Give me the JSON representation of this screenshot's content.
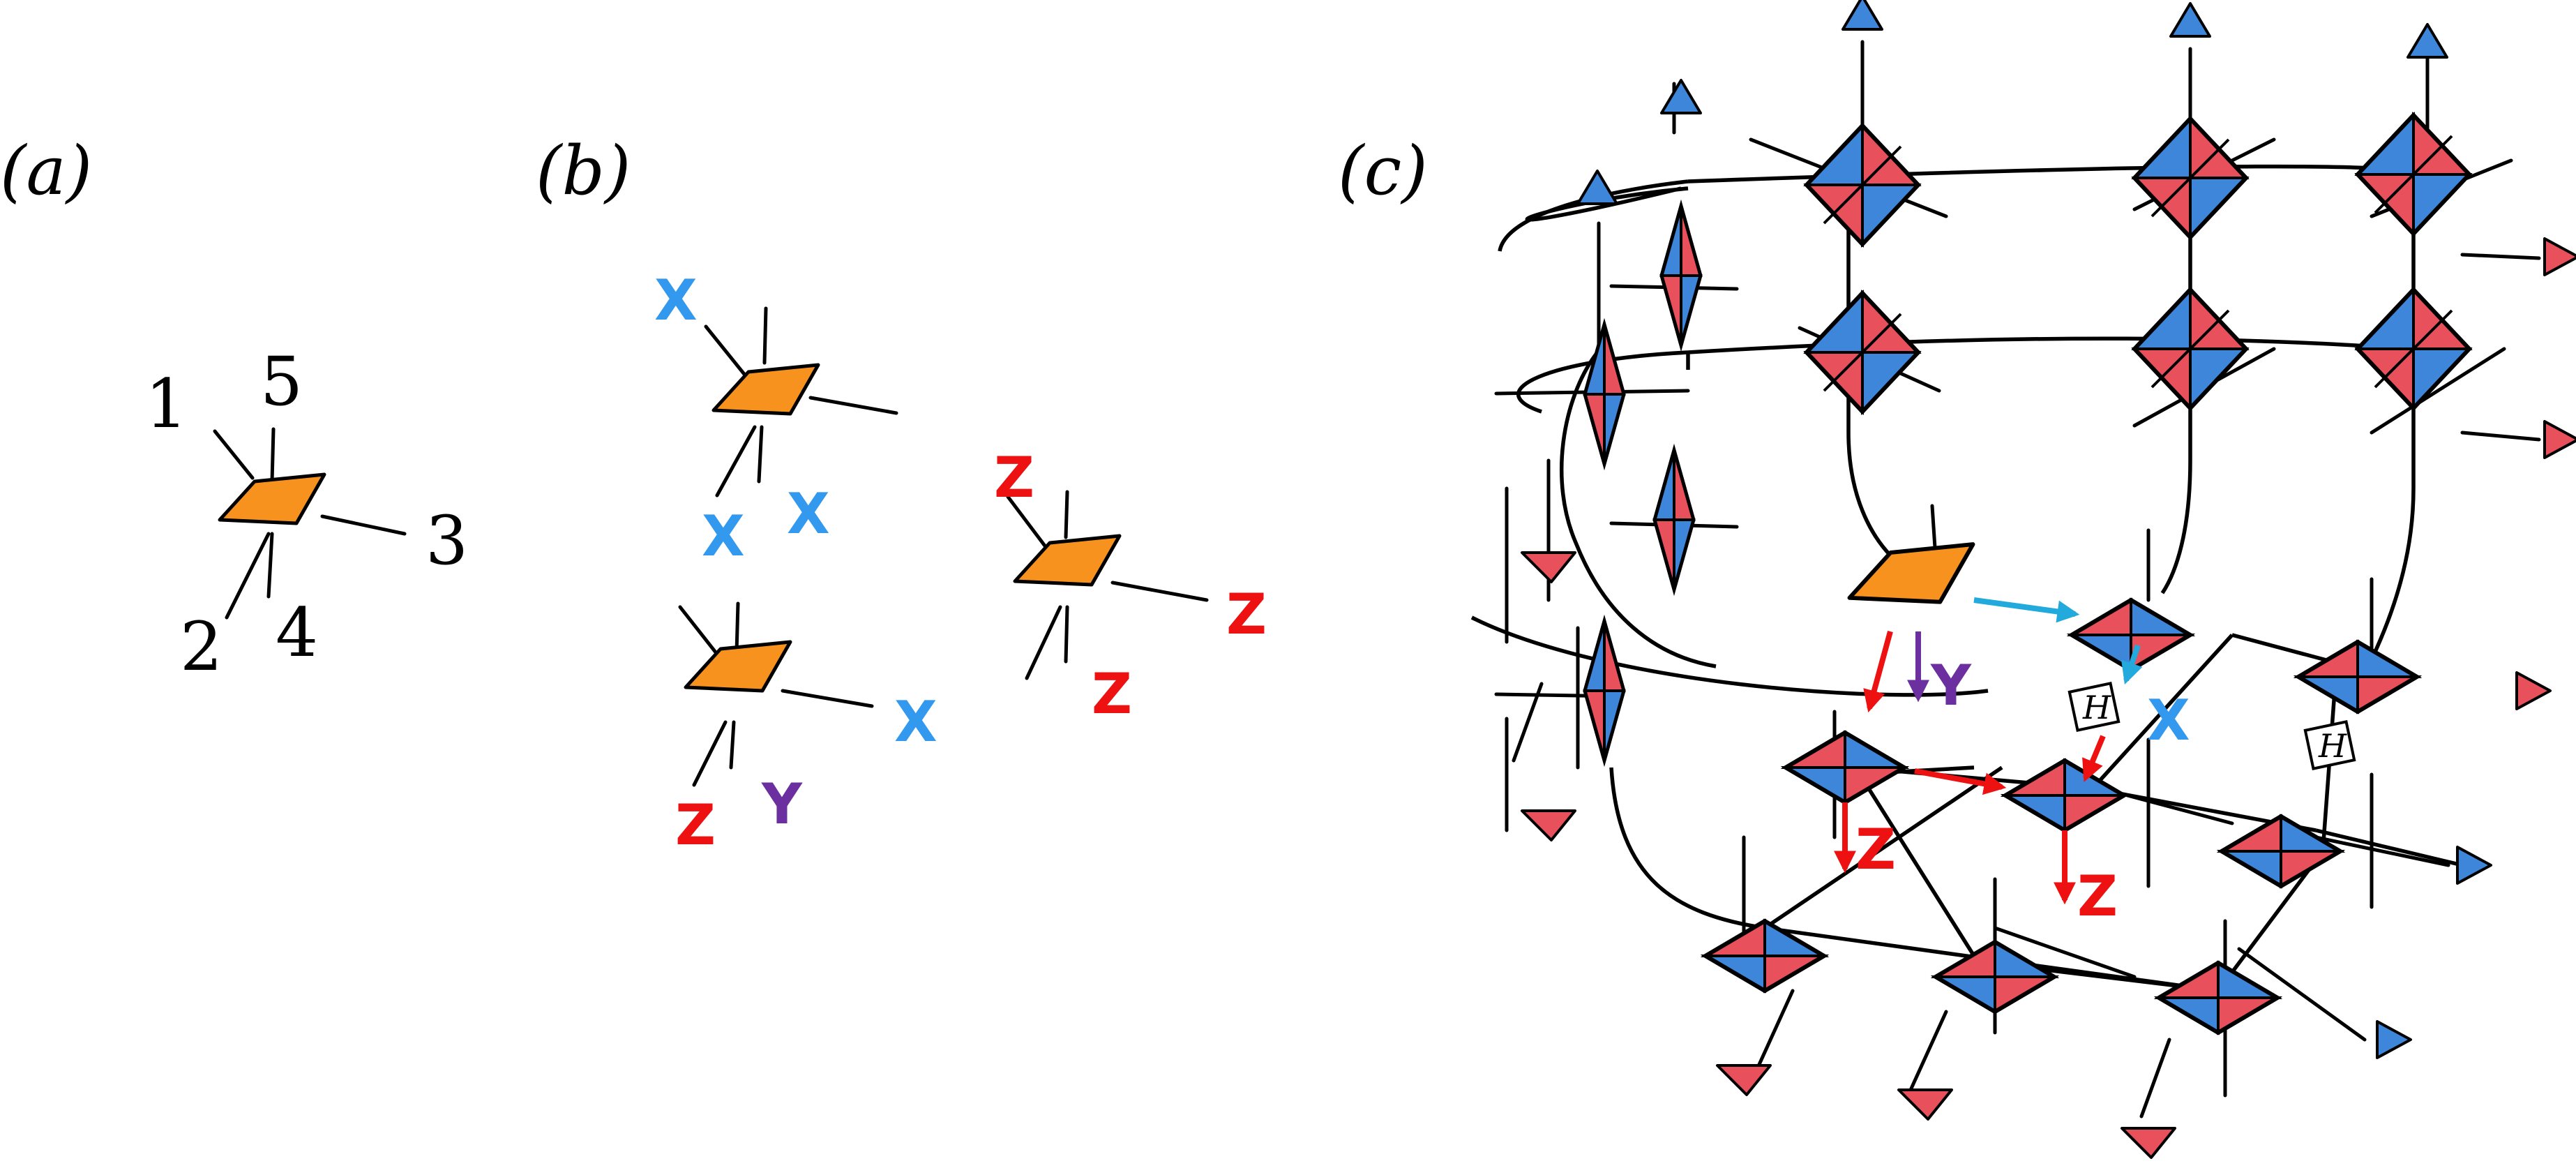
{
  "panels": {
    "a": {
      "label": "(a)",
      "leg_labels": [
        "1",
        "2",
        "3",
        "4",
        "5"
      ]
    },
    "b": {
      "label": "(b)"
    },
    "c": {
      "label": "(c)"
    }
  },
  "pauli": {
    "X": "X",
    "Y": "Y",
    "Z": "Z"
  },
  "h_gate": {
    "label": "H"
  },
  "colors": {
    "orange": "#f7921e",
    "red": "#e8505b",
    "blue": "#3d86d9",
    "pauli_x": "#3399ee",
    "pauli_y": "#6b2fa0",
    "pauli_z": "#ee1111",
    "arrow_cyan": "#22aadd",
    "arrow_red": "#ee1111",
    "arrow_purple": "#6b2fa0"
  }
}
